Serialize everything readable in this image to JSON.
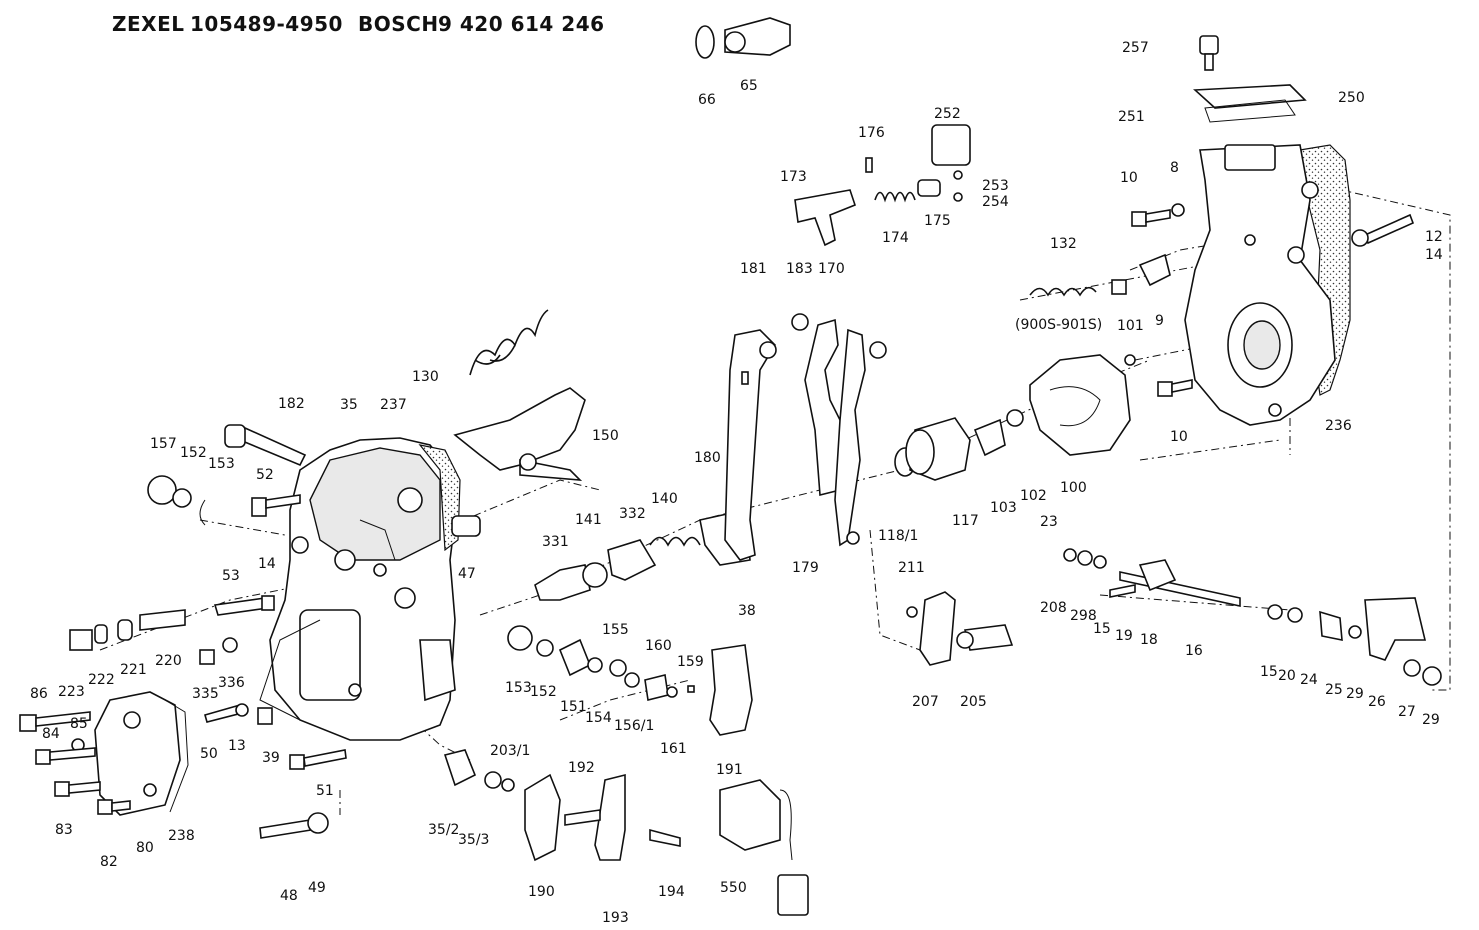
{
  "header": {
    "maker1": "ZEXEL",
    "number1": "105489-4950",
    "maker2": "BOSCH",
    "number2": "9 420 614 246"
  },
  "callouts": [
    "257",
    "250",
    "251",
    "252",
    "253",
    "254",
    "176",
    "173",
    "174",
    "175",
    "66",
    "65",
    "8",
    "10",
    "12",
    "14",
    "132",
    "9",
    "(900S-901S)",
    "101",
    "181",
    "183",
    "170",
    "130",
    "150",
    "182",
    "35",
    "237",
    "157",
    "152",
    "153",
    "52",
    "47",
    "180",
    "140",
    "332",
    "141",
    "331",
    "179",
    "38",
    "14",
    "53",
    "223",
    "222",
    "221",
    "220",
    "335",
    "336",
    "86",
    "85",
    "84",
    "83",
    "82",
    "80",
    "238",
    "50",
    "13",
    "39",
    "51",
    "48",
    "49",
    "155",
    "160",
    "159",
    "153",
    "152",
    "151",
    "154",
    "156/1",
    "161",
    "191",
    "203/1",
    "192",
    "35/2",
    "35/3",
    "190",
    "193",
    "194",
    "550",
    "118/1",
    "117",
    "103",
    "102",
    "100",
    "10",
    "236",
    "211",
    "207",
    "205",
    "23",
    "208",
    "298",
    "15",
    "19",
    "18",
    "16",
    "15",
    "20",
    "24",
    "25",
    "29",
    "26",
    "27",
    "29"
  ]
}
